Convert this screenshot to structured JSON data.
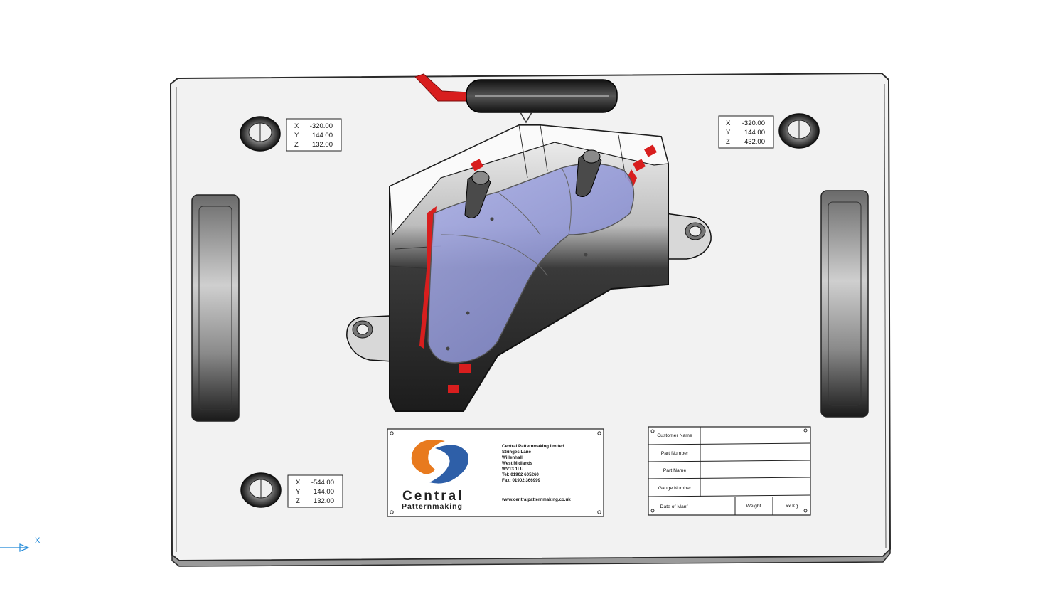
{
  "coord_boxes": [
    {
      "x_label": "X",
      "x_value": "-320.00",
      "y_label": "Y",
      "y_value": "144.00",
      "z_label": "Z",
      "z_value": "132.00"
    },
    {
      "x_label": "X",
      "x_value": "-320.00",
      "y_label": "Y",
      "y_value": "144.00",
      "z_label": "Z",
      "z_value": "432.00"
    },
    {
      "x_label": "X",
      "x_value": "-544.00",
      "y_label": "Y",
      "y_value": "144.00",
      "z_label": "Z",
      "z_value": "132.00"
    }
  ],
  "nameplate": {
    "brand_line1": "Central",
    "brand_line2": "Patternmaking",
    "address": [
      "Central Patternmaking limited",
      "Stringes Lane",
      "Willenhall",
      "West Midlands",
      "WV13 1LU",
      "Tel: 01902 605260",
      "Fax: 01902 366999"
    ],
    "website": "www.centralpatternmaking.co.uk",
    "colors": {
      "orange": "#E87A1E",
      "blue": "#2E5FA8"
    }
  },
  "info_form": {
    "customer_name_label": "Customer Name",
    "part_number_label": "Part Number",
    "part_name_label": "Part Name",
    "gauge_number_label": "Gauge Number",
    "date_of_manf_label": "Date of Manf",
    "weight_label": "Weight",
    "kg_label": "xx  Kg"
  },
  "axis": {
    "x_label": "X"
  },
  "colors": {
    "fixture_red": "#D81E1E",
    "part_blue": "#8F96D8",
    "axis_blue": "#1E88D8"
  }
}
